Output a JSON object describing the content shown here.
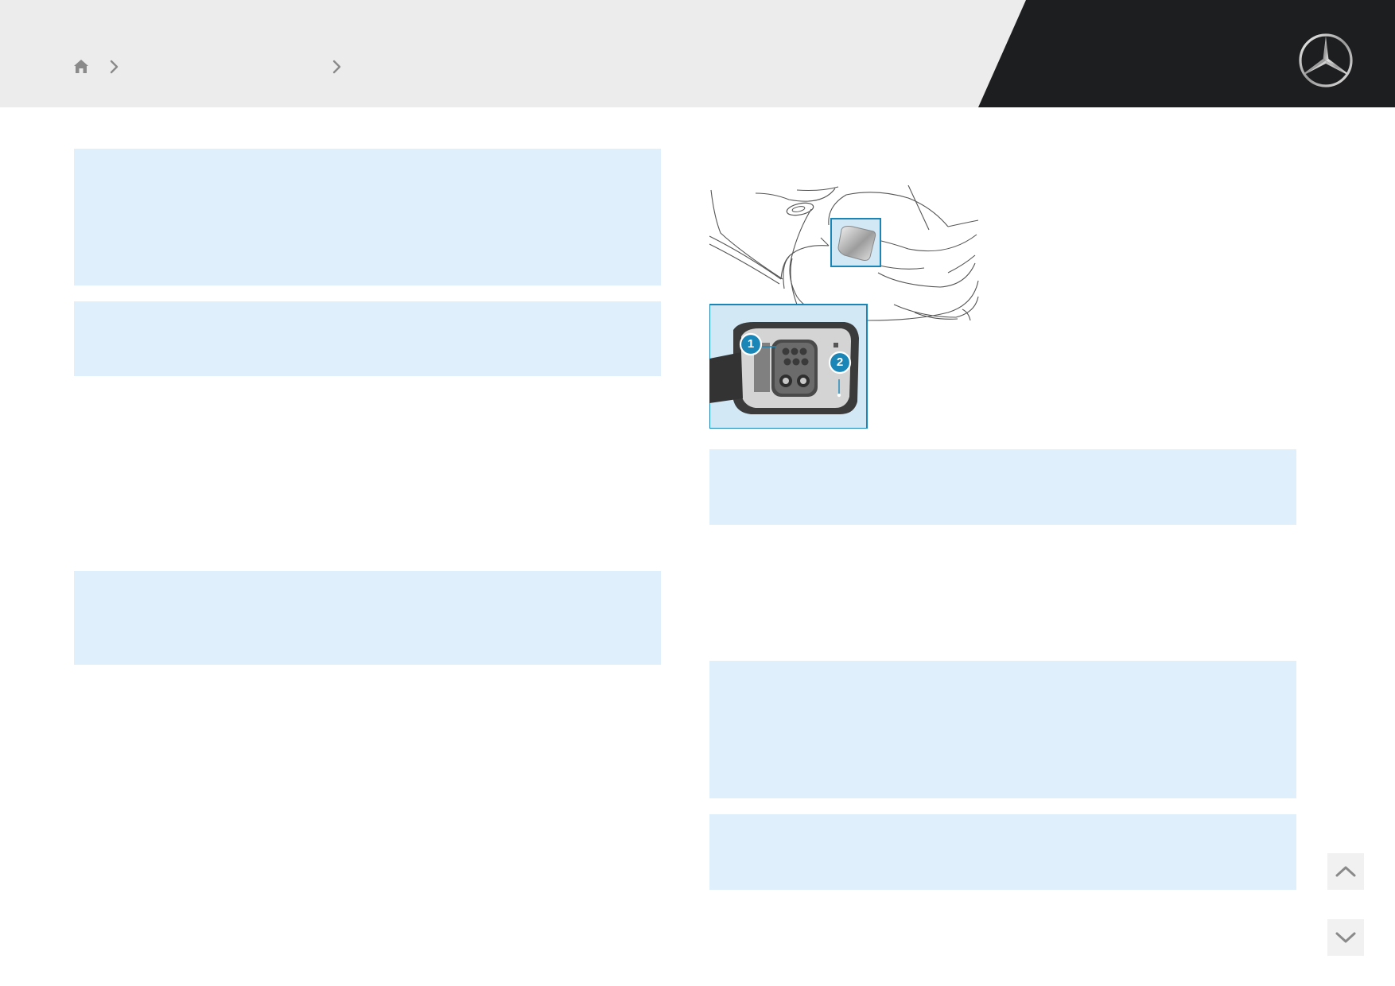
{
  "header": {
    "breadcrumb": {
      "home_icon": "home-icon",
      "separator_icon": "chevron-right-icon",
      "segments": [
        "",
        ""
      ]
    },
    "brand_logo": "three-pointed-star-logo"
  },
  "figure": {
    "callouts": [
      "1",
      "2"
    ]
  },
  "navigation": {
    "scroll_up_icon": "chevron-up-icon",
    "scroll_down_icon": "chevron-down-icon"
  },
  "colors": {
    "header_bg": "#ececec",
    "header_dark": "#1d1e20",
    "info_box": "#dff0fc",
    "callout_accent": "#1a86b8",
    "nav_button": "#f1f1f1"
  }
}
